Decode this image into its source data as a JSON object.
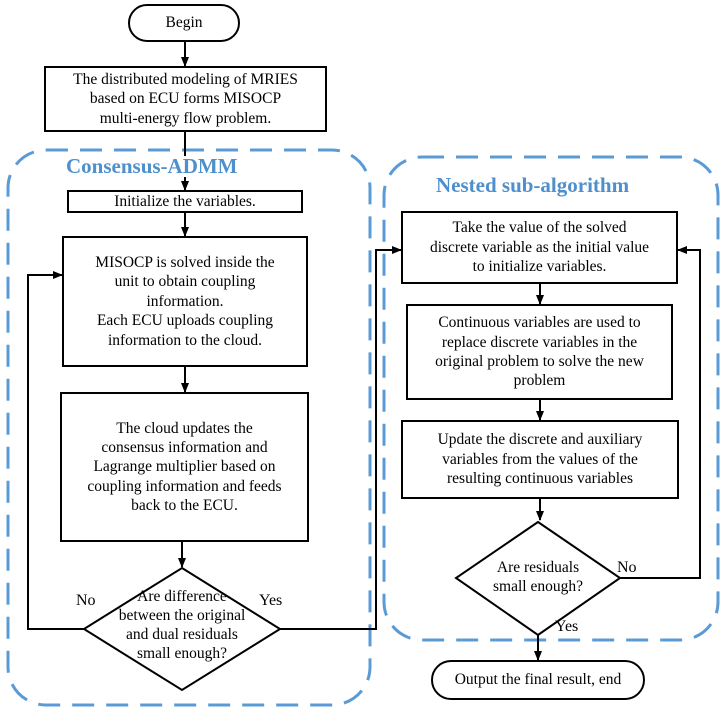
{
  "diagram": {
    "begin": "Begin",
    "intro": "The distributed modeling of MRIES\nbased on ECU forms MISOCP\nmulti-energy flow problem.",
    "left_group_title": "Consensus-ADMM",
    "init_vars": "Initialize the variables.",
    "solve_box": "MISOCP is solved inside the\nunit to obtain coupling\ninformation.\nEach ECU uploads coupling\ninformation to the cloud.",
    "cloud_box": "The cloud  updates the\nconsensus information and\nLagrange multiplier based on\ncoupling information and feeds\nback to the ECU.",
    "left_decision": "Are difference\nbetween the original\nand dual  residuals\nsmall enough?",
    "left_no": "No",
    "left_yes": "Yes",
    "right_group_title": "Nested sub-algorithm",
    "take_value": "Take the value of the solved\ndiscrete variable as the initial value\nto initialize  variables.",
    "continuous": "Continuous variables are used to\nreplace discrete variables in the\noriginal problem to solve the new\nproblem",
    "update": "Update the discrete and auxiliary\nvariables from the values of the\nresulting continuous variables",
    "right_decision": "Are residuals\nsmall enough?",
    "right_no": "No",
    "right_yes": "Yes",
    "output": "Output the final result, end"
  },
  "colors": {
    "group_border": "#5b9bd5",
    "title": "#4e8fcc",
    "line": "#000000"
  }
}
